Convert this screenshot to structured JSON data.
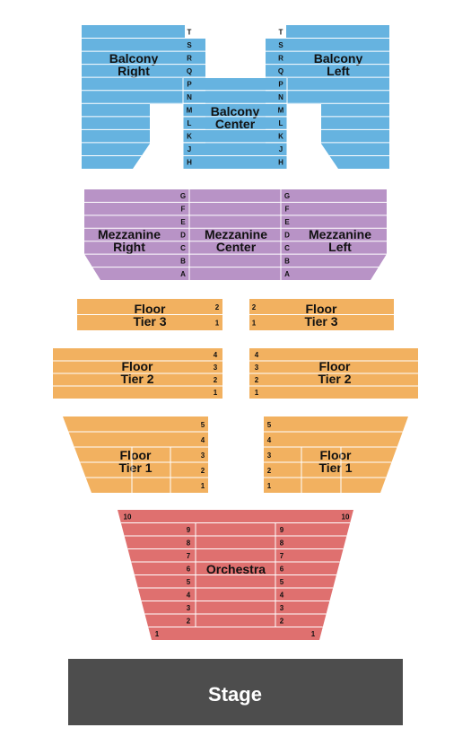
{
  "colors": {
    "balcony": "#66b3e0",
    "mezzanine": "#b893c6",
    "floor": "#f2b160",
    "orchestra": "#df706f",
    "stage": "#4d4d4d",
    "divider": "#ffffff"
  },
  "stage": {
    "label": "Stage"
  },
  "balcony": {
    "right": {
      "line1": "Balcony",
      "line2": "Right"
    },
    "left": {
      "line1": "Balcony",
      "line2": "Left"
    },
    "center": {
      "line1": "Balcony",
      "line2": "Center"
    },
    "rows_upper": [
      "T",
      "S",
      "R",
      "Q",
      "P",
      "N"
    ],
    "rows_lower": [
      "M",
      "L",
      "K",
      "J",
      "H"
    ]
  },
  "mezzanine": {
    "right": {
      "line1": "Mezzanine",
      "line2": "Right"
    },
    "center": {
      "line1": "Mezzanine",
      "line2": "Center"
    },
    "left": {
      "line1": "Mezzanine",
      "line2": "Left"
    },
    "rows": [
      "G",
      "F",
      "E",
      "D",
      "C",
      "B",
      "A"
    ]
  },
  "floor": {
    "tier3": {
      "line1": "Floor",
      "line2": "Tier 3",
      "rows": [
        "2",
        "1"
      ]
    },
    "tier2": {
      "line1": "Floor",
      "line2": "Tier 2",
      "rows": [
        "4",
        "3",
        "2",
        "1"
      ]
    },
    "tier1": {
      "line1": "Floor",
      "line2": "Tier 1",
      "rows": [
        "5",
        "4",
        "3",
        "2",
        "1"
      ]
    }
  },
  "orchestra": {
    "label": "Orchestra",
    "rows": [
      "10",
      "9",
      "8",
      "7",
      "6",
      "5",
      "4",
      "3",
      "2",
      "1"
    ]
  }
}
